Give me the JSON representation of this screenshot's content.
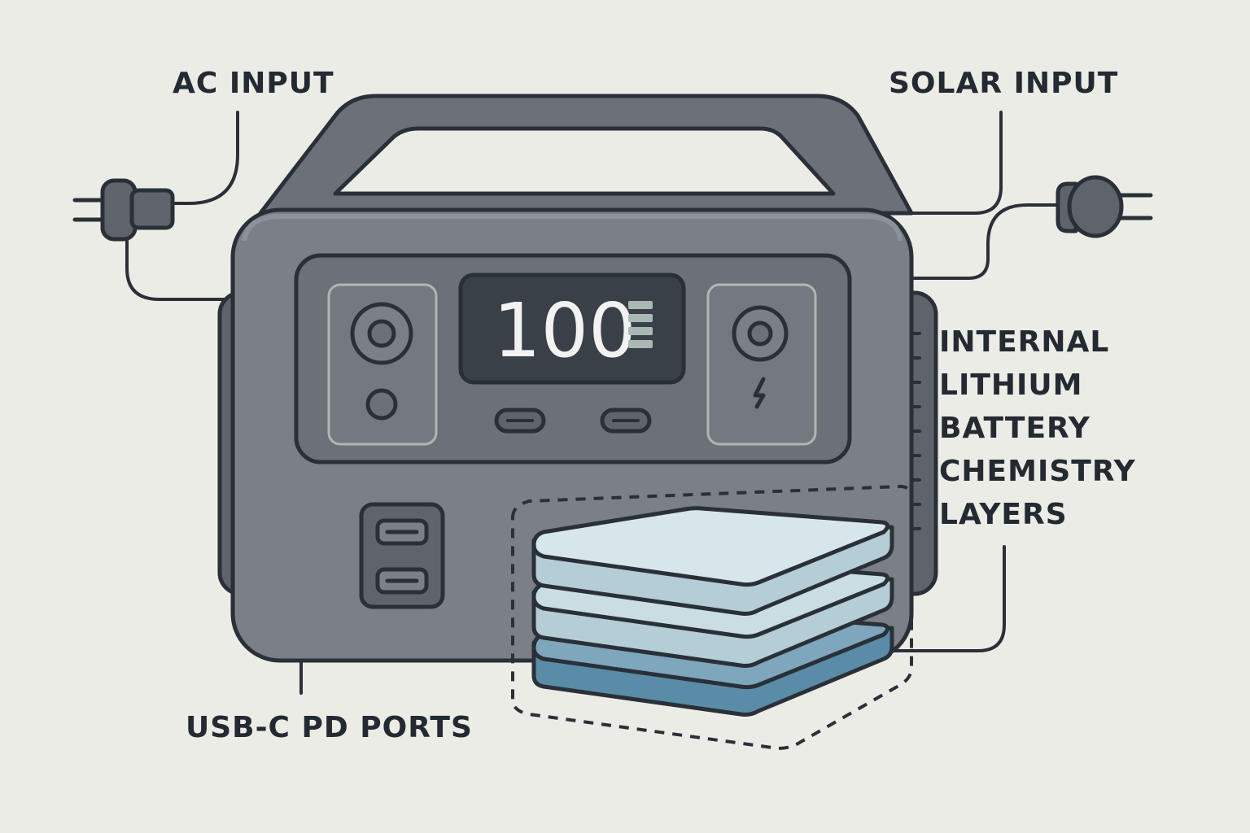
{
  "labels": {
    "ac_input": "AC INPUT",
    "solar_input": "SOLAR INPUT",
    "battery_line1": "INTERNAL",
    "battery_line2": "LITHIUM",
    "battery_line3": "BATTERY",
    "battery_line4": "CHEMISTRY",
    "battery_line5": "LAYERS",
    "usb_c": "USB-C PD PORTS"
  },
  "display": {
    "value": "100",
    "level_bars": 4
  },
  "battery_layers_count": 3,
  "icons": {
    "ac_plug": "plug-icon",
    "solar_plug": "plug-icon",
    "power_button": "power-button-icon",
    "charge_bolt": "lightning-icon"
  },
  "colors": {
    "background": "#ecece6",
    "outline": "#2a3038",
    "body": "#7a8086",
    "body_dark": "#5e646a",
    "panel": "#6b7177",
    "screen": "#3a4048",
    "screen_text": "#f2f2f2",
    "level_bar": "#aab8b4",
    "layer_light": "#b4cdd6",
    "layer_dark": "#5a8ca8",
    "label_text": "#232a32"
  }
}
